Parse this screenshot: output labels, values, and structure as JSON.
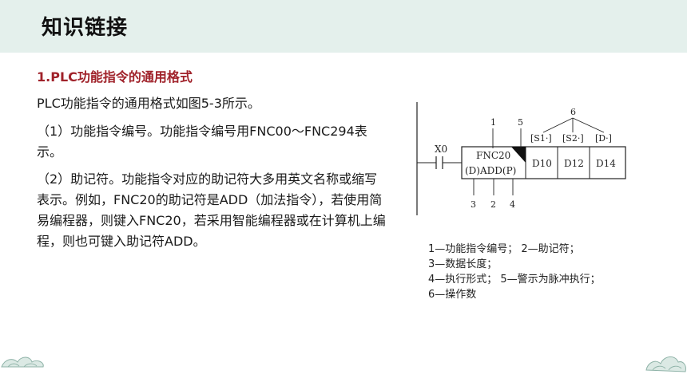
{
  "header": {
    "title": "知识链接"
  },
  "section": {
    "heading": "1.PLC功能指令的通用格式"
  },
  "paragraphs": [
    "PLC功能指令的通用格式如图5-3所示。",
    "（1）功能指令编号。功能指令编号用FNC00～FNC294表示。",
    "（2）助记符。功能指令对应的助记符大多用英文名称或缩写表示。例如，FNC20的助记符是ADD（加法指令），若使用简易编程器，则键入FNC20，若采用智能编程器或在计算机上编程，则也可键入助记符ADD。"
  ],
  "diagram": {
    "contact": "X0",
    "instruction_number": "FNC20",
    "mnemonic": "(D)ADD(P)",
    "operands": [
      "D10",
      "D12",
      "D14"
    ],
    "operand_labels": [
      "[S1·]",
      "[S2·]",
      "[D·]"
    ],
    "callouts": {
      "top_1": "1",
      "top_5": "5",
      "top_6": "6",
      "bottom_3": "3",
      "bottom_2": "2",
      "bottom_4": "4"
    }
  },
  "legend": [
    "1—功能指令编号；  2—助记符；",
    "3—数据长度；",
    "4—执行形式；  5—警示为脉冲执行；",
    "6—操作数"
  ],
  "colors": {
    "header_bg": "#e4f0ec",
    "heading": "#a0222a"
  }
}
